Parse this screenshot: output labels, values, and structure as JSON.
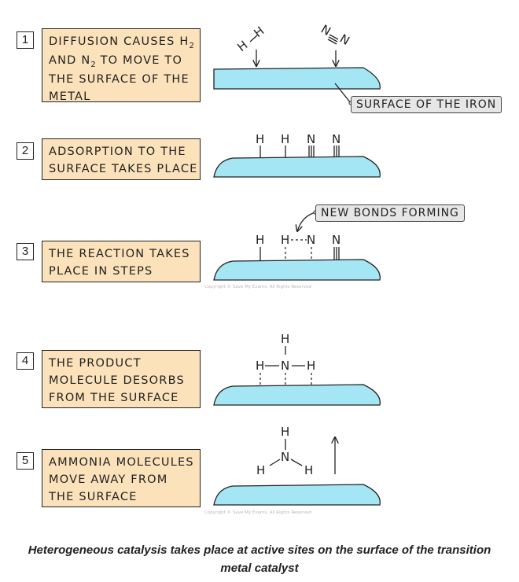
{
  "steps": [
    {
      "number": "1",
      "lines": [
        "DIFFUSION CAUSES H",
        "AND N",
        "THE SURFACE OF THE",
        "METAL"
      ],
      "h2_sub": "2",
      "n2_sub": "2",
      "line2_tail": " TO MOVE TO"
    },
    {
      "number": "2",
      "lines": [
        "ADSORPTION TO THE",
        "SURFACE TAKES PLACE"
      ]
    },
    {
      "number": "3",
      "lines": [
        "THE REACTION TAKES",
        "PLACE IN STEPS"
      ]
    },
    {
      "number": "4",
      "lines": [
        "THE PRODUCT",
        "MOLECULE DESORBS",
        "FROM THE SURFACE"
      ]
    },
    {
      "number": "5",
      "lines": [
        "AMMONIA MOLECULES",
        "MOVE AWAY FROM",
        "THE SURFACE"
      ]
    }
  ],
  "callouts": {
    "surface": "SURFACE OF THE IRON",
    "bonds": "NEW BONDS FORMING"
  },
  "atoms": {
    "H": "H",
    "N": "N"
  },
  "copyright": "Copyright © Save My Exams. All Rights Reserved",
  "caption": [
    "Heterogeneous catalysis takes place at active sites on the surface of the transition",
    "metal catalyst"
  ],
  "colors": {
    "metal": "#a4e6f4",
    "box": "#fbe2bb",
    "callout": "#e6e6e6"
  }
}
